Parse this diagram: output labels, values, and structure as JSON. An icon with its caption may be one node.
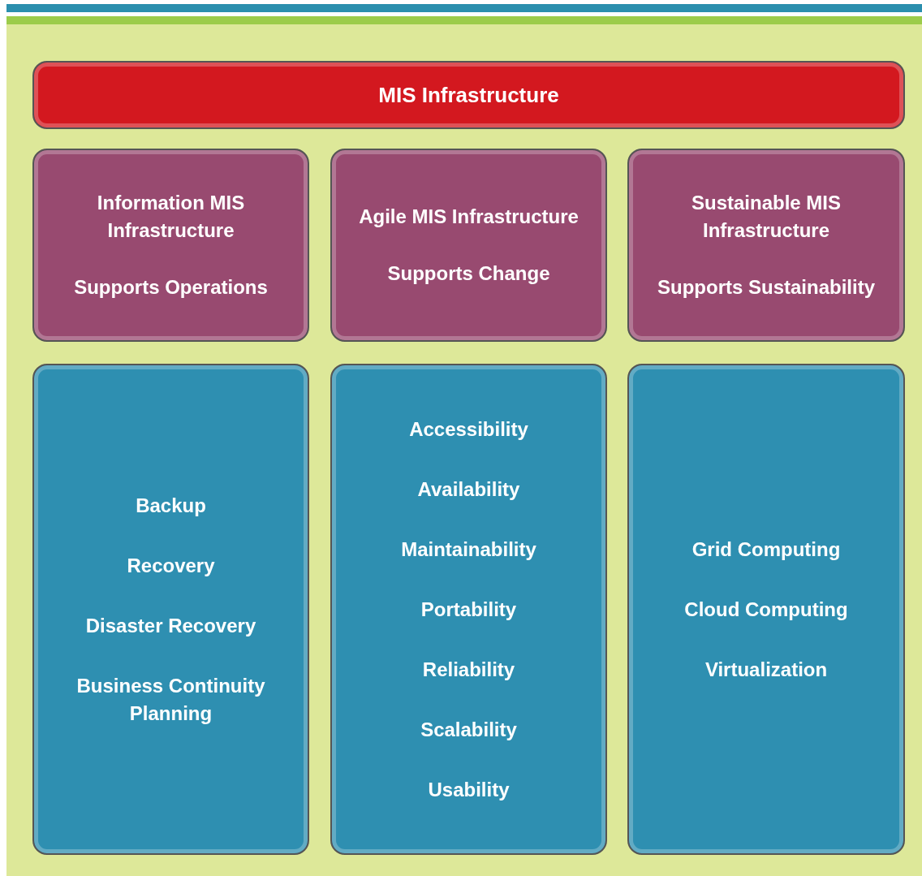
{
  "diagram": {
    "nodes": [
      {
        "text": [
          "MIS Infrastructure"
        ]
      },
      {
        "text": [
          "Information MIS Infrastructure",
          "Supports Operations"
        ]
      },
      {
        "text": [
          "Agile MIS Infrastructure",
          "Supports Change"
        ]
      },
      {
        "text": [
          "Sustainable MIS Infrastructure",
          "Supports Sustainability"
        ]
      },
      {
        "text": [
          "Backup",
          "Recovery",
          "Disaster Recovery",
          "Business Continuity Planning"
        ]
      },
      {
        "text": [
          "Accessibility",
          "Availability",
          "Maintainability",
          "Portability",
          "Reliability",
          "Scalability",
          "Usability"
        ]
      },
      {
        "text": [
          "Grid Computing",
          "Cloud Computing",
          "Virtualization"
        ]
      }
    ],
    "edges": []
  }
}
